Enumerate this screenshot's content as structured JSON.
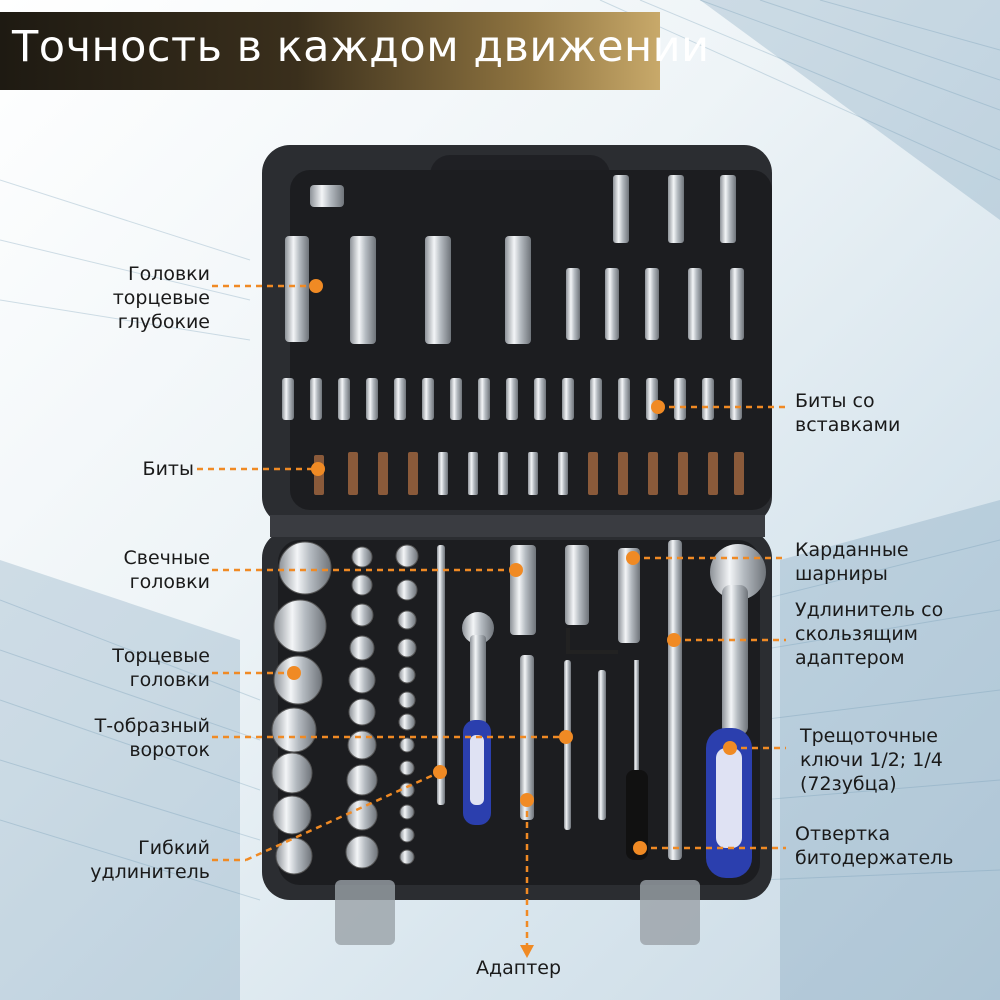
{
  "banner": {
    "title": "Точность в каждом движении"
  },
  "labels": {
    "deep_sockets": [
      "Головки",
      "торцевые",
      "глубокие"
    ],
    "bit_sockets": [
      "Биты со",
      "вставками"
    ],
    "bits": [
      "Биты"
    ],
    "spark_plug": [
      "Свечные",
      "головки"
    ],
    "universal_joints": [
      "Карданные",
      "шарниры"
    ],
    "extension_slider": [
      "Удлинитель со",
      "скользящим",
      "адаптером"
    ],
    "sockets": [
      "Торцевые",
      "головки"
    ],
    "t_handle": [
      "Т-образный",
      "вороток"
    ],
    "ratchets": [
      "Трещоточные",
      "ключи 1/2; 1/4",
      "(72зубца)"
    ],
    "flex_extension": [
      "Гибкий",
      "удлинитель"
    ],
    "screwdriver": [
      "Отвертка",
      "битодержатель"
    ],
    "adapter": [
      "Адаптер"
    ]
  },
  "colors": {
    "accent": "#f08a24",
    "case": "#2b2d31",
    "case_inner": "#1c1d20",
    "handle_blue": "#2b3fae"
  }
}
